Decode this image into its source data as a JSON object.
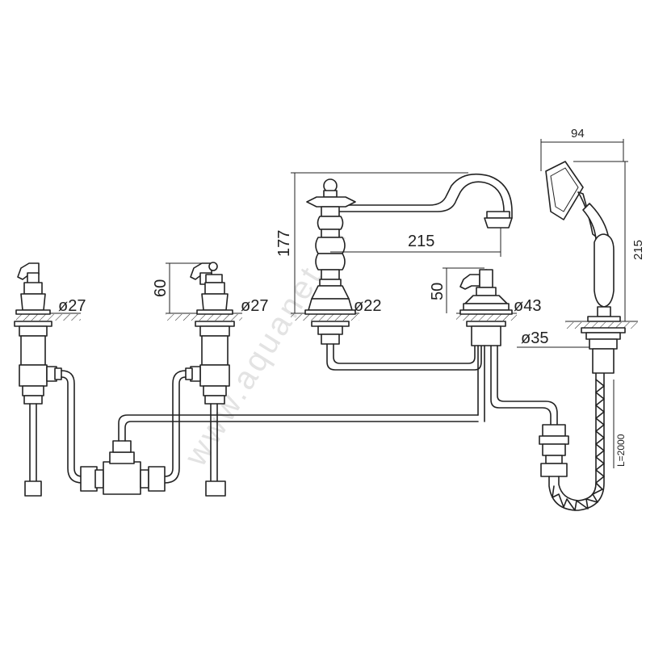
{
  "watermark": "www.aquanet.ru",
  "dimensions": {
    "left_valve_diameter": "ø27",
    "right_valve_diameter": "ø27",
    "valve_height": "60",
    "spout_height": "177",
    "spout_reach": "215",
    "spout_base_diameter": "ø22",
    "diverter_height": "50",
    "diverter_diameter": "ø43",
    "shower_holder_diameter": "ø35",
    "shower_width": "94",
    "shower_height": "215",
    "hose_length": "L=2000"
  }
}
